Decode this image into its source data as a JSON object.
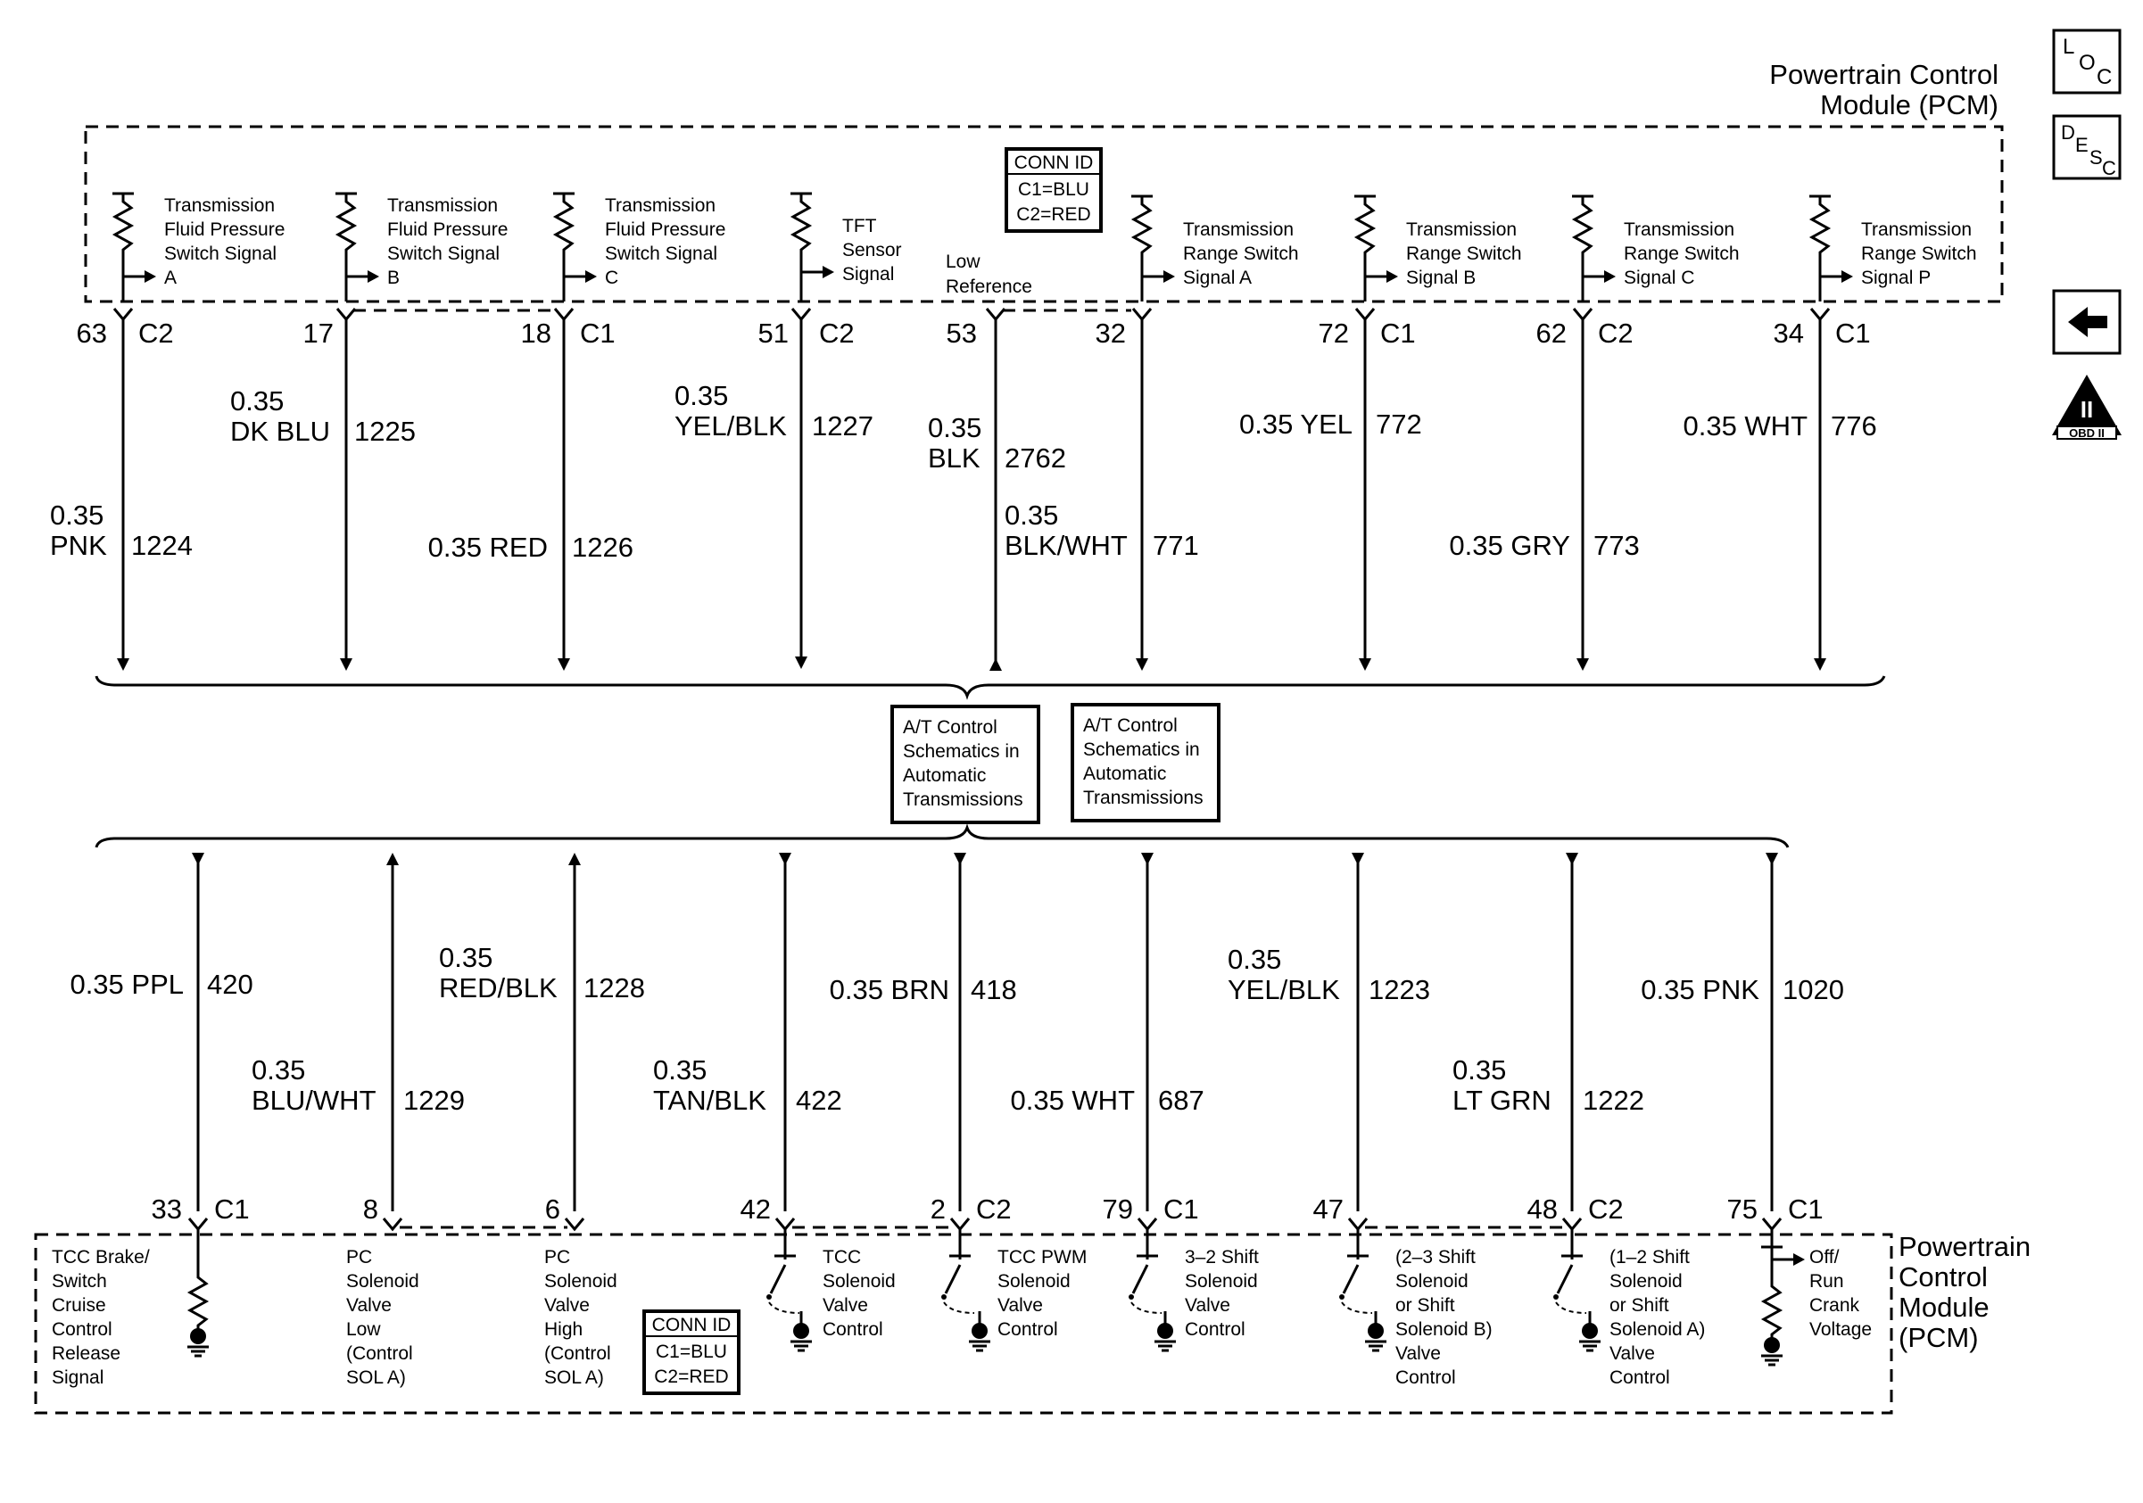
{
  "top_module": {
    "line1": "Powertrain Control",
    "line2": "Module (PCM)"
  },
  "bottom_module": {
    "line1": "Powertrain",
    "line2": "Control",
    "line3": "Module",
    "line4": "(PCM)"
  },
  "conn_id_top": {
    "title": "CONN ID",
    "c1": "C1=BLU",
    "c2": "C2=RED"
  },
  "conn_id_bottom": {
    "title": "CONN ID",
    "c1": "C1=BLU",
    "c2": "C2=RED"
  },
  "ref_box_1": {
    "l1": "A/T Control",
    "l2": "Schematics in",
    "l3": "Automatic",
    "l4": "Transmissions"
  },
  "ref_box_2": {
    "l1": "A/T Control",
    "l2": "Schematics in",
    "l3": "Automatic",
    "l4": "Transmissions"
  },
  "side_icons": {
    "loc": [
      "L",
      "O",
      "C"
    ],
    "desc": [
      "D",
      "E",
      "S",
      "C"
    ],
    "obd_numeral": "II",
    "obd_text": "OBD II"
  },
  "top_circuits": [
    {
      "lines": [
        "Transmission",
        "Fluid Pressure",
        "Switch Signal",
        "A"
      ],
      "pin": "63",
      "conn": "C2",
      "wire": [
        "0.35",
        "PNK"
      ],
      "circuit": "1224"
    },
    {
      "lines": [
        "Transmission",
        "Fluid Pressure",
        "Switch Signal",
        "B"
      ],
      "pin": "17",
      "conn": "",
      "wire": [
        "0.35",
        "DK BLU"
      ],
      "circuit": "1225"
    },
    {
      "lines": [
        "Transmission",
        "Fluid Pressure",
        "Switch Signal",
        "C"
      ],
      "pin": "18",
      "conn": "C1",
      "wire": [
        "0.35 RED"
      ],
      "circuit": "1226"
    },
    {
      "lines": [
        "TFT",
        "Sensor",
        "Signal"
      ],
      "pin": "51",
      "conn": "C2",
      "wire": [
        "0.35",
        "YEL/BLK"
      ],
      "circuit": "1227"
    },
    {
      "lines": [
        "Low",
        "Reference"
      ],
      "pin": "53",
      "conn": "",
      "wire": [
        "0.35",
        "BLK"
      ],
      "circuit": "2762"
    },
    {
      "lines": [
        "Transmission",
        "Range Switch",
        "Signal A"
      ],
      "pin": "32",
      "conn": "",
      "wire": [
        "0.35",
        "BLK/WHT"
      ],
      "circuit": "771"
    },
    {
      "lines": [
        "Transmission",
        "Range Switch",
        "Signal B"
      ],
      "pin": "72",
      "conn": "C1",
      "wire": [
        "0.35 YEL"
      ],
      "circuit": "772"
    },
    {
      "lines": [
        "Transmission",
        "Range Switch",
        "Signal C"
      ],
      "pin": "62",
      "conn": "C2",
      "wire": [
        "0.35 GRY"
      ],
      "circuit": "773"
    },
    {
      "lines": [
        "Transmission",
        "Range Switch",
        "Signal P"
      ],
      "pin": "34",
      "conn": "C1",
      "wire": [
        "0.35 WHT"
      ],
      "circuit": "776"
    }
  ],
  "bottom_circuits": [
    {
      "lines": [
        "TCC Brake/",
        "Switch",
        "Cruise",
        "Control",
        "Release",
        "Signal"
      ],
      "pin": "33",
      "conn": "C1",
      "wire": [
        "0.35 PPL"
      ],
      "circuit": "420"
    },
    {
      "lines": [
        "PC",
        "Solenoid",
        "Valve",
        "Low",
        "(Control",
        "SOL A)"
      ],
      "pin": "8",
      "conn": "",
      "wire": [
        "0.35",
        "BLU/WHT"
      ],
      "circuit": "1229"
    },
    {
      "lines": [
        "PC",
        "Solenoid",
        "Valve",
        "High",
        "(Control",
        "SOL A)"
      ],
      "pin": "6",
      "conn": "",
      "wire": [
        "0.35",
        "RED/BLK"
      ],
      "circuit": "1228"
    },
    {
      "lines": [
        "TCC",
        "Solenoid",
        "Valve",
        "Control"
      ],
      "pin": "42",
      "conn": "",
      "wire": [
        "0.35",
        "TAN/BLK"
      ],
      "circuit": "422"
    },
    {
      "lines": [
        "TCC PWM",
        "Solenoid",
        "Valve",
        "Control"
      ],
      "pin": "2",
      "conn": "C2",
      "wire": [
        "0.35 BRN"
      ],
      "circuit": "418"
    },
    {
      "lines": [
        "3–2 Shift",
        "Solenoid",
        "Valve",
        "Control"
      ],
      "pin": "79",
      "conn": "C1",
      "wire": [
        "0.35 WHT"
      ],
      "circuit": "687"
    },
    {
      "lines": [
        "(2–3 Shift",
        "Solenoid",
        "or Shift",
        "Solenoid B)",
        "Valve",
        "Control"
      ],
      "pin": "47",
      "conn": "",
      "wire": [
        "0.35",
        "YEL/BLK"
      ],
      "circuit": "1223"
    },
    {
      "lines": [
        "(1–2 Shift",
        "Solenoid",
        "or Shift",
        "Solenoid A)",
        "Valve",
        "Control"
      ],
      "pin": "48",
      "conn": "C2",
      "wire": [
        "0.35",
        "LT GRN"
      ],
      "circuit": "1222"
    },
    {
      "lines": [
        "Off/",
        "Run",
        "Crank",
        "Voltage"
      ],
      "pin": "75",
      "conn": "C1",
      "wire": [
        "0.35 PNK"
      ],
      "circuit": "1020"
    }
  ]
}
